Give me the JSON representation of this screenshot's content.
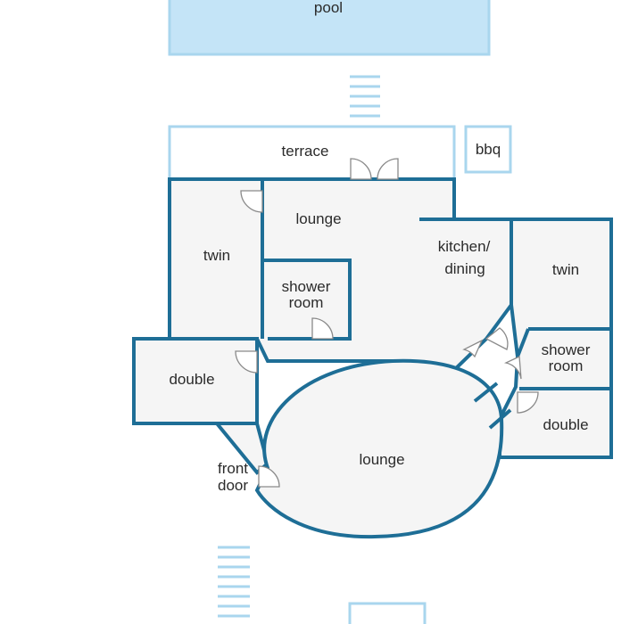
{
  "plan": {
    "rooms": {
      "pool": "pool",
      "terrace": "terrace",
      "bbq": "bbq",
      "lounge_top": "lounge",
      "twin_left": "twin",
      "shower_left_line1": "shower",
      "shower_left_line2": "room",
      "kitchen_line1": "kitchen/",
      "kitchen_line2": "dining",
      "twin_right": "twin",
      "shower_right_line1": "shower",
      "shower_right_line2": "room",
      "double_left": "double",
      "double_right": "double",
      "lounge_main": "lounge",
      "front_door_line1": "front",
      "front_door_line2": "door"
    },
    "colors": {
      "wall": "#1e6e96",
      "pool_fill": "#c4e4f7",
      "pool_stroke": "#a9d6ee",
      "floor": "#f5f5f5",
      "text": "#2b2b2b"
    }
  }
}
